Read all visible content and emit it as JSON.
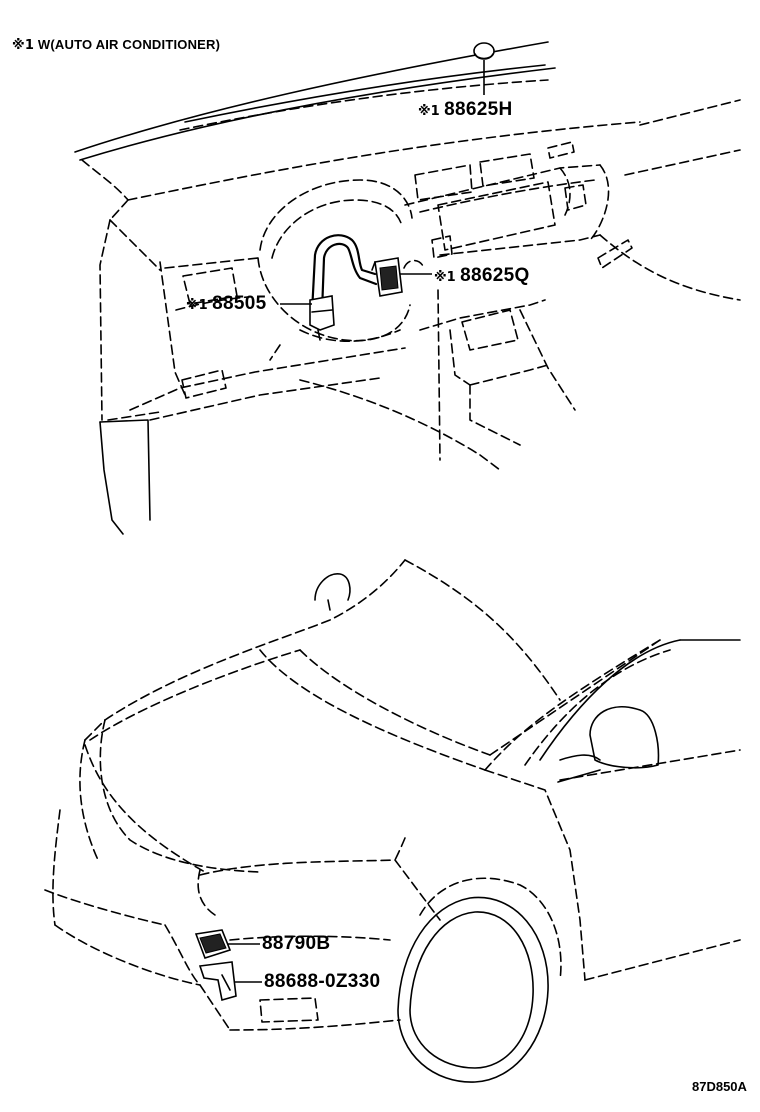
{
  "note": {
    "marker": "※1",
    "text": "W(AUTO AIR CONDITIONER)"
  },
  "callouts": [
    {
      "id": "sensor-top",
      "marker": "※1",
      "part_number": "88625H"
    },
    {
      "id": "sensor-dash",
      "marker": "※1",
      "part_number": "88625Q"
    },
    {
      "id": "aspirator",
      "marker": "※1",
      "part_number": "88505"
    },
    {
      "id": "ambient-sensor",
      "marker": "",
      "part_number": "88790B"
    },
    {
      "id": "bracket",
      "marker": "",
      "part_number": "88688-0Z330"
    }
  ],
  "diagram_code": "87D850A"
}
